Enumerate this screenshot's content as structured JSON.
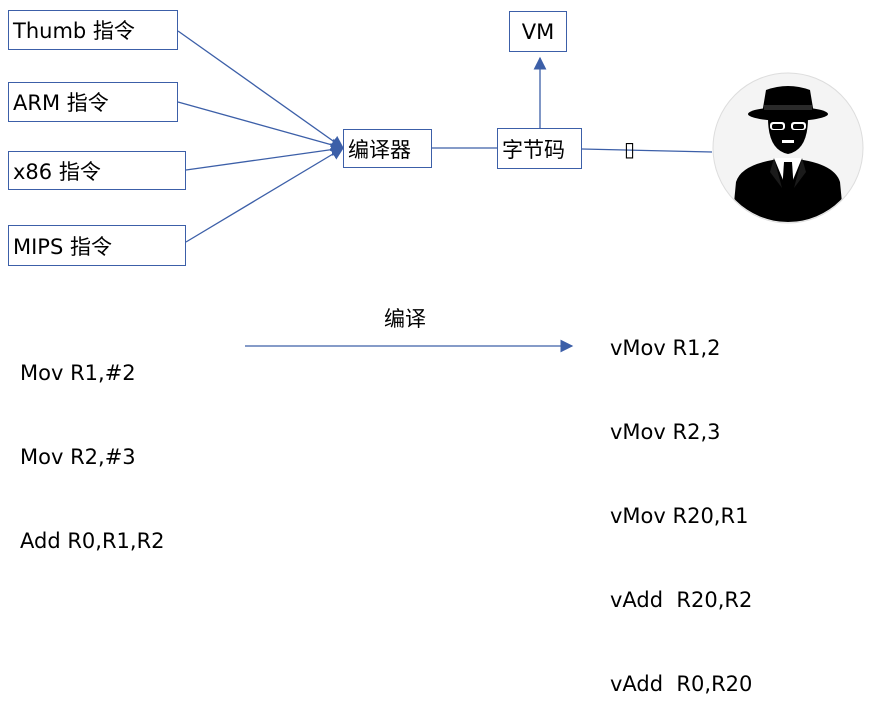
{
  "instructions": [
    "Thumb 指令",
    "ARM 指令",
    "x86 指令",
    "MIPS 指令"
  ],
  "compiler_label": "编译器",
  "bytecode_label": "字节码",
  "vm_label": "VM",
  "marker_glyph": "▯",
  "compile_label": "编译",
  "source_code": [
    "Mov R1,#2",
    "Mov R2,#3",
    "Add R0,R1,R2"
  ],
  "vm_code": [
    "vMov R1,2",
    "vMov R2,3",
    "vMov R20,R1",
    "vAdd  R20,R2",
    "vAdd  R0,R20"
  ],
  "colors": {
    "line": "#3c5fa8",
    "box_border": "#3c5fa8",
    "avatar_bg": "#000000"
  },
  "icons": {
    "avatar": "hacker-spy-icon"
  }
}
